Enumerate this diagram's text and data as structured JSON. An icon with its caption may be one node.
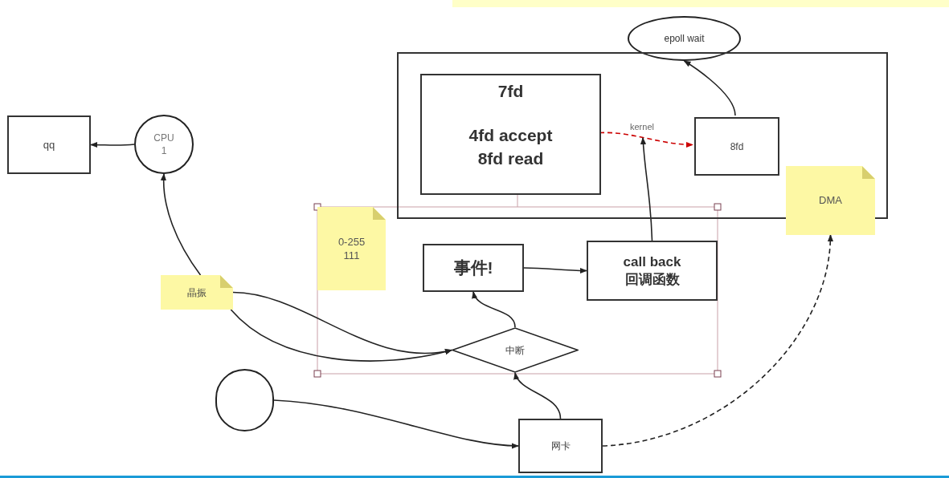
{
  "diagram": {
    "nodes": [
      {
        "text": [
          "epoll wait"
        ]
      },
      {
        "text": [],
        "shape": "box"
      },
      {
        "text": [
          "7fd",
          "4fd accept 8fd read"
        ],
        "in": 1
      },
      {
        "text": [
          "8fd"
        ],
        "in": 1
      },
      {
        "text": [
          "DMA"
        ]
      },
      {
        "text": [
          "qq"
        ]
      },
      {
        "text": [
          "CPU 1"
        ]
      },
      {
        "text": [
          "0-255 111"
        ]
      },
      {
        "text": [
          "事件!"
        ]
      },
      {
        "text": [
          "call back 回调函数"
        ]
      },
      {
        "text": [
          "晶振"
        ]
      },
      {
        "text": [
          "中断"
        ]
      },
      {
        "text": [],
        "shape": "circle"
      },
      {
        "text": [
          "网卡"
        ]
      }
    ],
    "edges": [
      {
        "from": 3,
        "to": 0,
        "arrow": "to"
      },
      {
        "from": 2,
        "to": 3,
        "arrow": "to",
        "label": "kernel",
        "style": "dashed",
        "color": "#cc0000"
      },
      {
        "from": 9,
        "to": null,
        "arrow": "to"
      },
      {
        "from": 6,
        "to": 5,
        "arrow": "to"
      },
      {
        "from": 10,
        "to": 6,
        "arrow": "to"
      },
      {
        "from": 10,
        "to": 11,
        "arrow": "to"
      },
      {
        "from": 10,
        "to": 11,
        "arrow": "to"
      },
      {
        "from": 8,
        "to": 9,
        "arrow": "to"
      },
      {
        "from": 11,
        "to": 8,
        "arrow": "to"
      },
      {
        "from": 13,
        "to": 11,
        "arrow": "to"
      },
      {
        "from": 12,
        "to": 13,
        "arrow": "to"
      },
      {
        "from": 13,
        "to": 4,
        "arrow": "to",
        "style": "dashed"
      }
    ]
  }
}
